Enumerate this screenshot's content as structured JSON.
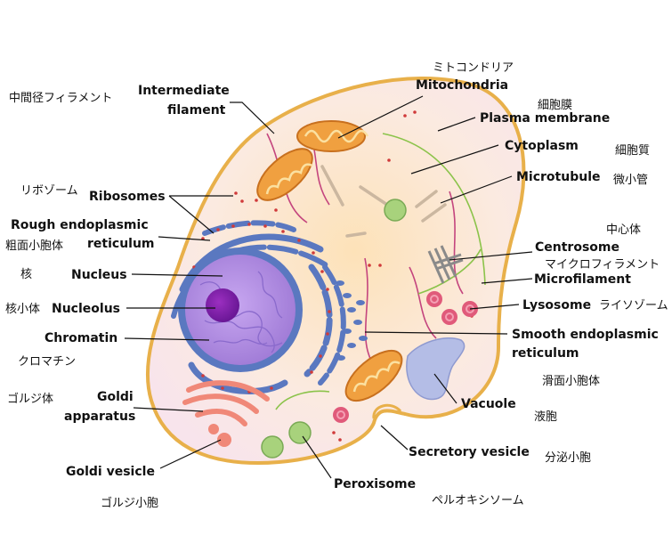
{
  "labels": {
    "intermediate_filament": [
      "Intermediate",
      "filament"
    ],
    "mitochondria": "Mitochondria",
    "plasma_membrane": "Plasma membrane",
    "cytoplasm": "Cytoplasm",
    "microtubule": "Microtubule",
    "ribosomes": "Ribosomes",
    "rough_er": [
      "Rough endoplasmic",
      "reticulum"
    ],
    "nucleus": "Nucleus",
    "nucleolus": "Nucleolus",
    "chromatin": "Chromatin",
    "centrosome": "Centrosome",
    "microfilament": "Microfilament",
    "lysosome": "Lysosome",
    "smooth_er": [
      "Smooth endoplasmic",
      "reticulum"
    ],
    "vacuole": "Vacuole",
    "goldi_apparatus": [
      "Goldi",
      "apparatus"
    ],
    "goldi_vesicle": "Goldi vesicle",
    "secretory_vesicle": "Secretory vesicle",
    "peroxisome": "Peroxisome"
  },
  "japanese": {
    "intermediate_filament": "中間径フィラメント",
    "mitochondria": "ミトコンドリア",
    "plasma_membrane": "細胞膜",
    "cytoplasm": "細胞質",
    "microtubule": "微小管",
    "ribosomes": "リボゾーム",
    "rough_er": "粗面小胞体",
    "nucleus": "核",
    "nucleolus": "核小体",
    "chromatin": "クロマチン",
    "centrosome": "中心体",
    "microfilament": "マイクロフィラメント",
    "lysosome": "ライソゾーム",
    "smooth_er": "滑面小胞体",
    "vacuole": "液胞",
    "goldi_apparatus": "ゴルジ体",
    "goldi_vesicle": "ゴルジ小胞",
    "secretory_vesicle": "分泌小胞",
    "peroxisome": "ペルオキシソーム"
  },
  "colors": {
    "membrane": "#e8b04a",
    "cytoplasm": "#fbe8d4",
    "nucleus": "#a78ad8",
    "nucleolus": "#7b1fa2",
    "er": "#5a78c0",
    "mitochondria": "#e98a2a",
    "golgi": "#f08878",
    "lysosome": "#e05a7a",
    "peroxisome": "#a8d27c",
    "vacuole": "#b4bde6"
  }
}
